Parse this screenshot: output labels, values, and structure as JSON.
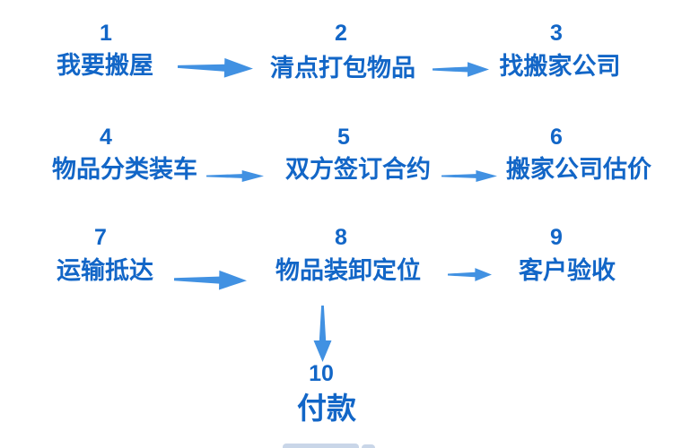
{
  "diagram": {
    "type": "flowchart",
    "topic": "moving-house-process",
    "steps": [
      {
        "number": "1",
        "label": "我要搬屋"
      },
      {
        "number": "2",
        "label": "清点打包物品"
      },
      {
        "number": "3",
        "label": "找搬家公司"
      },
      {
        "number": "4",
        "label": "物品分类装车"
      },
      {
        "number": "5",
        "label": "双方签订合约"
      },
      {
        "number": "6",
        "label": "搬家公司估价"
      },
      {
        "number": "7",
        "label": "运输抵达"
      },
      {
        "number": "8",
        "label": "物品装卸定位"
      },
      {
        "number": "9",
        "label": "客户验收"
      },
      {
        "number": "10",
        "label": "付款"
      }
    ],
    "connections": [
      {
        "from": "1",
        "to": "2",
        "direction": "right"
      },
      {
        "from": "2",
        "to": "3",
        "direction": "right"
      },
      {
        "from": "4",
        "to": "5",
        "direction": "right"
      },
      {
        "from": "5",
        "to": "6",
        "direction": "right"
      },
      {
        "from": "7",
        "to": "8",
        "direction": "right"
      },
      {
        "from": "8",
        "to": "9",
        "direction": "right"
      },
      {
        "from": "8",
        "to": "10",
        "direction": "down"
      }
    ],
    "bottom_edge": {
      "partial_text_visible": true
    }
  },
  "colors": {
    "text": "#1266C7",
    "arrow": "#4191E2",
    "background": "#FFFFFF",
    "cutoff_fragment": "#C9D6E8"
  }
}
